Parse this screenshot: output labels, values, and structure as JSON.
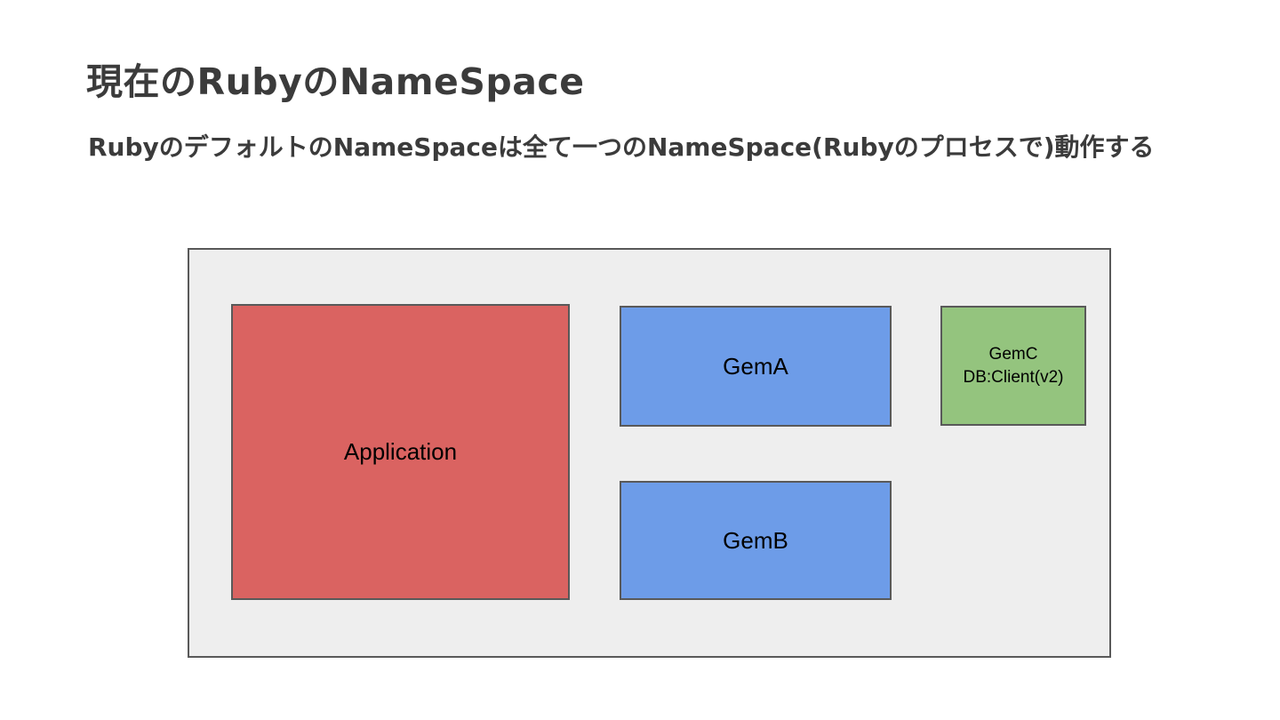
{
  "slide": {
    "title": "現在のRubyのNameSpace",
    "subtitle": "RubyのデフォルトのNameSpaceは全て一つのNameSpace(Rubyのプロセスで)動作する"
  },
  "diagram": {
    "process_box": {
      "description": "outer namespace process box"
    },
    "nodes": [
      {
        "id": "application",
        "label": "Application",
        "fill": "#da6361"
      },
      {
        "id": "gem-a",
        "label": "GemA",
        "fill": "#6d9ce8"
      },
      {
        "id": "gem-b",
        "label": "GemB",
        "fill": "#6d9ce8"
      },
      {
        "id": "gem-c",
        "label": "GemC",
        "sublabel": "DB:Client(v2)",
        "fill": "#94c47e"
      }
    ],
    "colors": {
      "process_fill": "#eeeeee",
      "box_border": "#595959",
      "title_text": "#3b3b3b",
      "node_text": "#000000"
    }
  }
}
